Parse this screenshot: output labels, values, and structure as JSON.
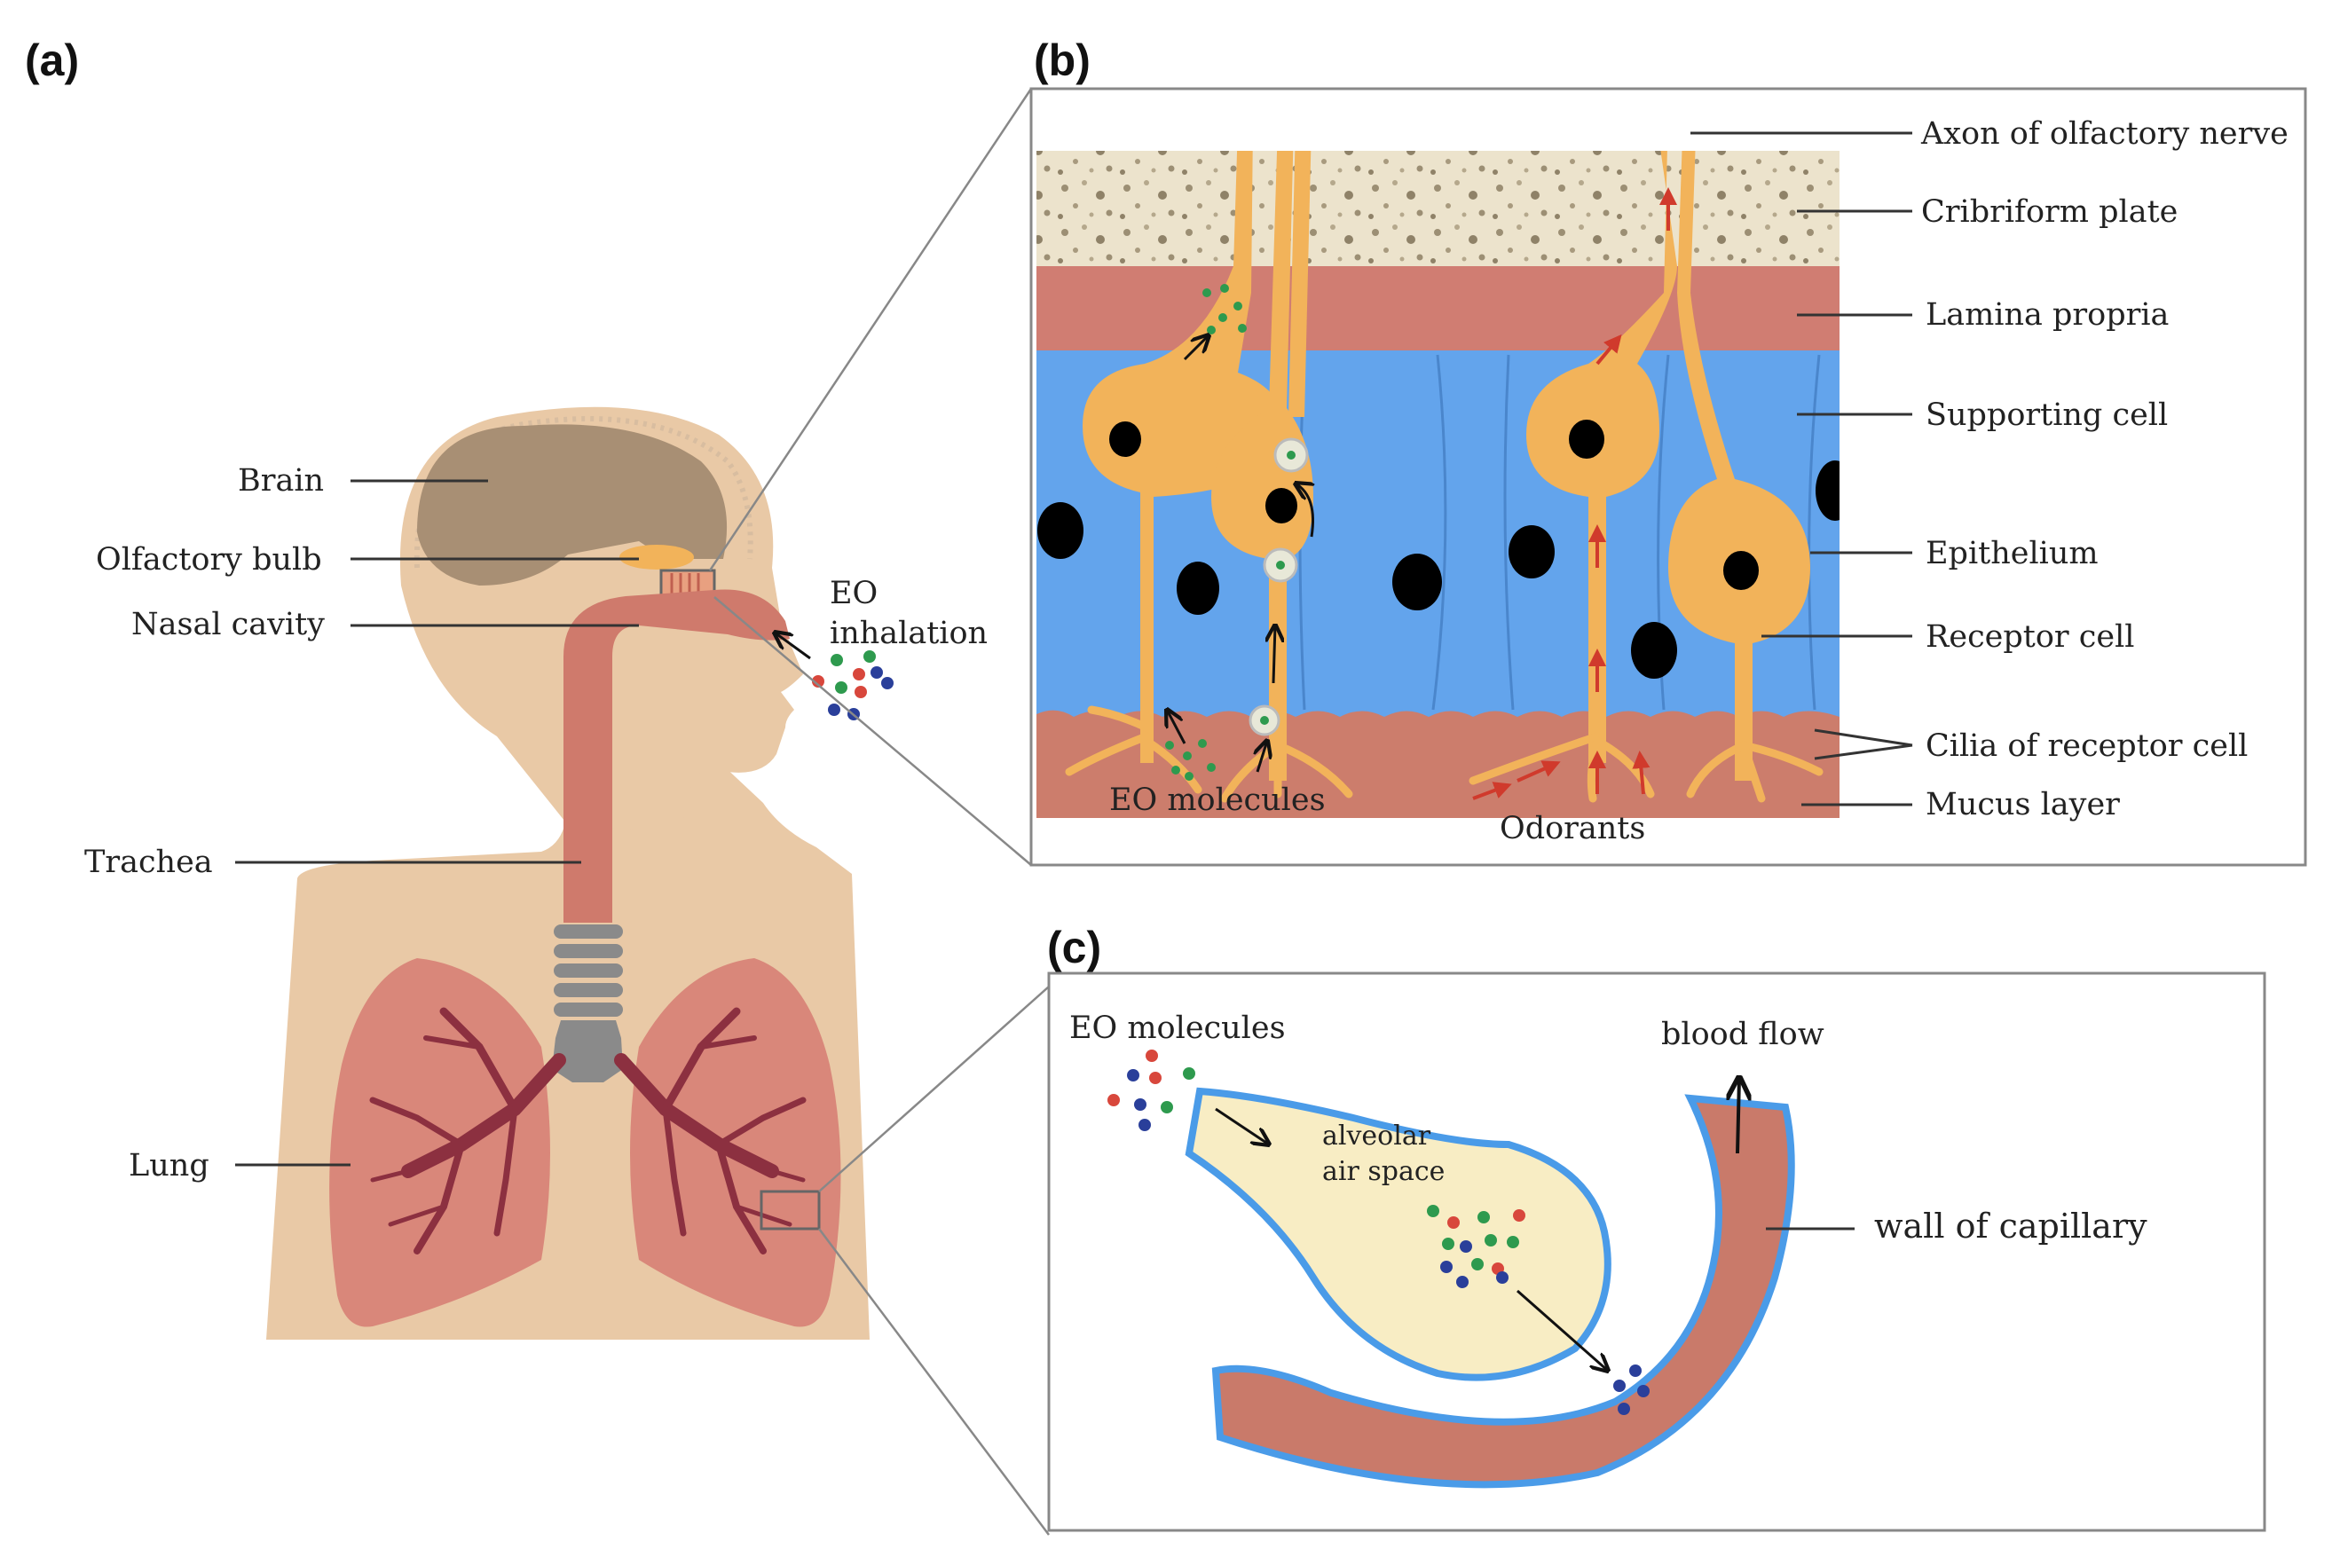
{
  "panels": {
    "a": "(a)",
    "b": "(b)",
    "c": "(c)"
  },
  "panel_a": {
    "labels": {
      "brain": "Brain",
      "olfactory_bulb": "Olfactory bulb",
      "nasal_cavity": "Nasal cavity",
      "trachea": "Trachea",
      "lung": "Lung",
      "eo_inhalation_1": "EO",
      "eo_inhalation_2": "inhalation"
    }
  },
  "panel_b": {
    "labels": {
      "axon": "Axon of olfactory nerve",
      "cribriform": "Cribriform plate",
      "lamina": "Lamina propria",
      "supporting": "Supporting cell",
      "epithelium": "Epithelium",
      "receptor": "Receptor cell",
      "cilia": "Cilia of receptor cell",
      "mucus": "Mucus layer",
      "eo_molecules": "EO molecules",
      "odorants": "Odorants"
    }
  },
  "panel_c": {
    "labels": {
      "eo_molecules": "EO molecules",
      "blood_flow": "blood flow",
      "alveolar_1": "alveolar",
      "alveolar_2": "air space",
      "capillary_wall": "wall of capillary"
    }
  },
  "colors": {
    "skin": "#e9c9a6",
    "brain": "#a88f74",
    "airway": "#cf7a6c",
    "lung": "#d9877a",
    "bronchi": "#8c3040",
    "cartilage": "#8a8a8a",
    "bone": "#ece3cc",
    "lamina": "#d07d72",
    "epithelium": "#63a4ec",
    "neuron": "#f2b35a",
    "mucus": "#cc7d6c",
    "alveolus": "#f8edc4",
    "alveolus_wall": "#4a9be8",
    "capillary": "#c97a6a",
    "mol_red": "#d8473c",
    "mol_green": "#2e9a4e",
    "mol_blue": "#2a3f9a"
  }
}
